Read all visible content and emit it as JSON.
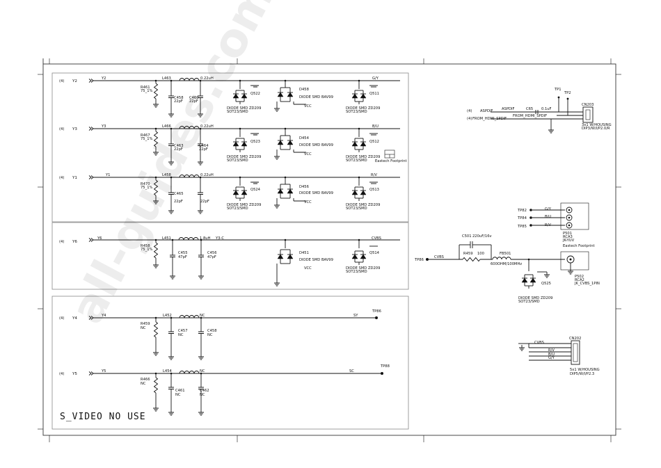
{
  "watermark": "all-guides.com",
  "title_note": "S_VIDEO NO USE",
  "top_channels": [
    {
      "ref": "(4)",
      "net": "Y2",
      "net2": "Y2",
      "res": "R461",
      "res_val": "75_1%",
      "ind": "L463",
      "ind_val": "0.22uH",
      "cap1": "C458",
      "cap1_val": "22pF",
      "cap2": "C460",
      "cap2_val": "22pF",
      "q_a": "Q522",
      "q_a_lbl": "DIODE SMD ZD209",
      "q_a_pkg": "SOT23/SMD",
      "d_mid": "D458",
      "d_mid_lbl": "DIODE SMD BAV99",
      "vcc": "VCC",
      "q_b": "Q511",
      "q_b_lbl": "DIODE SMD ZD209",
      "q_b_pkg": "SOT23/SMD",
      "out": "G/Y"
    },
    {
      "ref": "(4)",
      "net": "Y3",
      "net2": "Y3",
      "res": "R467",
      "res_val": "75_1%",
      "ind": "L466",
      "ind_val": "0.22uH",
      "cap1": "C463",
      "cap1_val": "22pF",
      "cap2": "C464",
      "cap2_val": "22pF",
      "q_a": "Q523",
      "q_a_lbl": "DIODE SMD ZD209",
      "q_a_pkg": "SOT23/SMD",
      "d_mid": "D454",
      "d_mid_lbl": "DIODE SMD BAV99",
      "vcc": "VCC",
      "q_b": "Q512",
      "q_b_lbl": "DIODE SMD ZD209",
      "q_b_pkg": "SOT23/SMD",
      "out": "B/U"
    },
    {
      "ref": "(4)",
      "net": "Y1",
      "net2": "Y1",
      "res": "R470",
      "res_val": "75_1%",
      "ind": "L458",
      "ind_val": "0.22uH",
      "cap1": "C465",
      "cap1_val": "22pF",
      "cap2": "",
      "cap2_val": "22pF",
      "q_a": "Q524",
      "q_a_lbl": "DIODE SMD ZD209",
      "q_a_pkg": "SOT23/SMD",
      "d_mid": "D456",
      "d_mid_lbl": "DIODE SMD BAV99",
      "vcc": "VCC",
      "q_b": "Q513",
      "q_b_lbl": "DIODE SMD ZD209",
      "q_b_pkg": "SOT23/SMD",
      "out": "R/V"
    }
  ],
  "footprint_box": {
    "line1": "Eastech Footprint"
  },
  "cvbs_channel": {
    "ref": "(4)",
    "net": "Y6",
    "net2": "Y6",
    "res": "R458",
    "res_val": "75_1%",
    "ind": "L451",
    "ind_val": "1.8uH",
    "cap1": "C455",
    "cap1_val": "47pF",
    "cap2": "C456",
    "cap2_val": "47pF",
    "mid_net": "Y3-C",
    "d_mid": "D451",
    "d_mid_lbl": "DIODE SMD BAV99",
    "vcc": "VCC",
    "q_b": "Q514",
    "q_b_lbl": "DIODE SMD ZD209",
    "q_b_pkg": "SOT23/SMD",
    "out": "CVBS"
  },
  "svideo": [
    {
      "ref": "(4)",
      "net": "Y4",
      "net2": "Y4",
      "res": "R459",
      "res_val": "NC",
      "ind": "L452",
      "ind_val": "NC",
      "cap1": "C457",
      "cap1_val": "NC",
      "cap2": "C458",
      "cap2_val": "NC",
      "out": "SY",
      "tp": "TP86"
    },
    {
      "ref": "(4)",
      "net": "Y5",
      "net2": "Y5",
      "res": "R466",
      "res_val": "NC",
      "ind": "L454",
      "ind_val": "NC",
      "cap1": "C461",
      "cap1_val": "NC",
      "cap2": "C462",
      "cap2_val": "NC",
      "out": "SC",
      "tp": "TP88"
    }
  ],
  "spdif": {
    "ref1": "(4)",
    "net1": "ASPDIF",
    "net1b": "ASPDIF",
    "ref2": "(4)",
    "net2": "FROM_HDMI_SPDIF",
    "net2b": "FROM_HDMI_SPDIF",
    "cap": "C65",
    "cap_val": "0.1uF",
    "tp1": "TP1",
    "tp2": "TP2",
    "conn": "CN203",
    "conn_desc1": "3x1 W/HOUSING",
    "conn_desc2": "DIP3/W/I/P2.0/R"
  },
  "rca": {
    "tp1": "TP82",
    "tp2": "TP84",
    "tp3": "TP85",
    "n1": "G/Y",
    "n2": "B/U",
    "n3": "R/V",
    "part": "P501",
    "type": "RCA3",
    "name": "JK-YUV",
    "fp": "Eastech Footprint"
  },
  "cvbs_out": {
    "tp": "TP86",
    "net": "CVBS",
    "cap": "C501",
    "cap_val": "220uF/16v",
    "res": "R459",
    "res_val": "100",
    "fb": "FB501",
    "fb_val": "600OHM/100MHz",
    "q": "Q525",
    "q_lbl": "DIODE SMD ZD209",
    "q_pkg": "SOT23/SMD",
    "jack": "P502",
    "jack_type": "RCA2",
    "jack_name": "JK_CVBS_1PIN"
  },
  "cn202": {
    "name": "CN202",
    "nets": [
      "CVBS",
      "R/V",
      "B/U",
      "G/Y"
    ],
    "desc1": "5x1 W/HOUSING",
    "desc2": "DIP5/W/I/P2.3"
  },
  "colors": {
    "ink": "#111111",
    "box": "#888888",
    "watermark": "#000000"
  }
}
